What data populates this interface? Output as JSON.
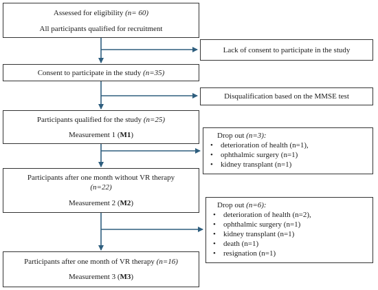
{
  "boxes": {
    "eligibility": {
      "line1_text": "Assessed for eligibility",
      "line1_n": "(n= 60)",
      "line2": "All participants qualified for recruitment"
    },
    "no_consent": {
      "text": "Lack of consent to participate in the study"
    },
    "consent": {
      "text": "Consent to participate in the study",
      "n": "(n=35)"
    },
    "disqualification": {
      "text": "Disqualification based on the MMSE test"
    },
    "qualified": {
      "text": "Participants qualified for the study",
      "n": "(n=25)",
      "meas_prefix": "Measurement 1 (",
      "meas_code": "M1",
      "meas_suffix": ")"
    },
    "dropout1": {
      "title": "Drop out",
      "n": "(n=3):",
      "items": [
        "deterioration of health (n=1),",
        "ophthalmic surgery (n=1)",
        "kidney transplant (n=1)"
      ]
    },
    "no_vr": {
      "text": "Participants after one month without VR therapy",
      "n": "(n=22)",
      "meas_prefix": "Measurement 2 (",
      "meas_code": "M2",
      "meas_suffix": ")"
    },
    "dropout2": {
      "title": "Drop out",
      "n": "(n=6):",
      "items": [
        "deterioration of health (n=2),",
        "ophthalmic surgery (n=1)",
        "kidney transplant (n=1)",
        "death (n=1)",
        "resignation (n=1)"
      ]
    },
    "vr": {
      "text": "Participants after one month of VR therapy",
      "n": "(n=16)",
      "meas_prefix": "Measurement 3 (",
      "meas_code": "M3",
      "meas_suffix": ")"
    }
  },
  "colors": {
    "arrow": "#2e5e7e",
    "border": "#333333"
  }
}
